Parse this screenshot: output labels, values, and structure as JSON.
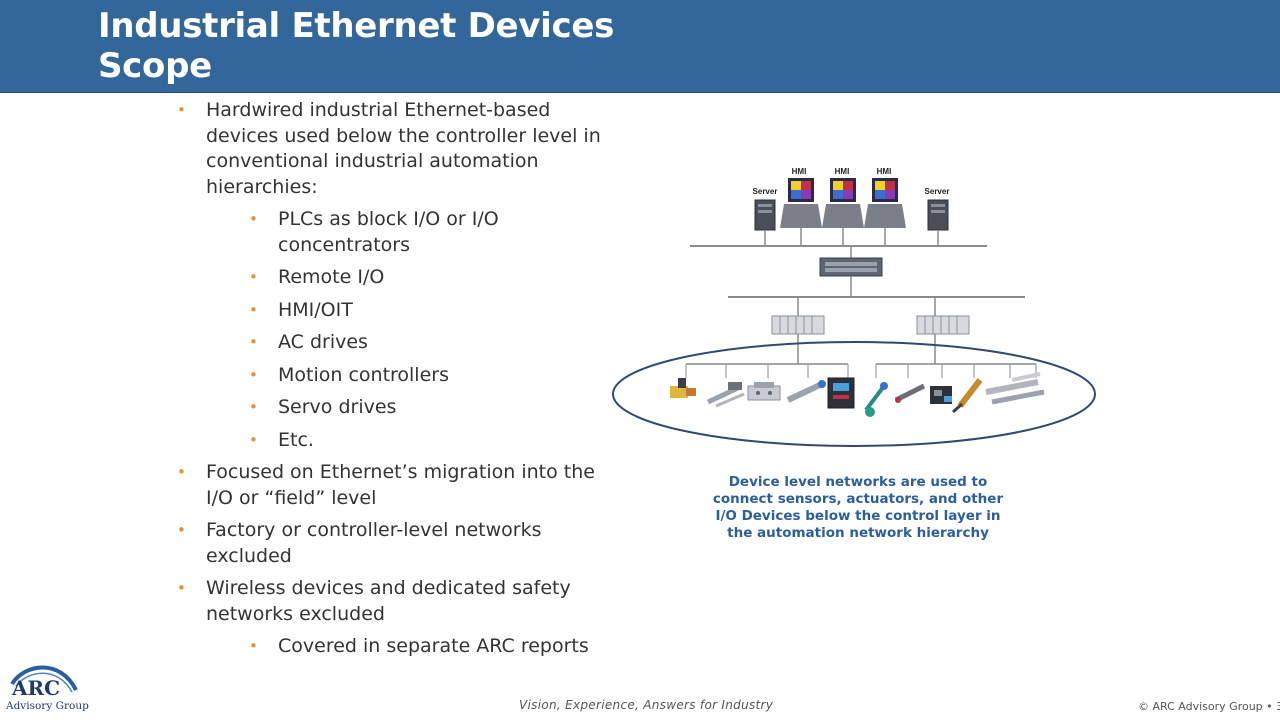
{
  "slide": {
    "title_line1": "Industrial Ethernet Devices",
    "title_line2": "Scope",
    "bullets": [
      {
        "text": "Hardwired industrial Ethernet-based devices used below the controller level in conventional industrial automation hierarchies:"
      },
      {
        "text": "PLCs as block I/O or I/O concentrators"
      },
      {
        "text": "Remote I/O"
      },
      {
        "text": "HMI/OIT"
      },
      {
        "text": "AC drives"
      },
      {
        "text": "Motion controllers"
      },
      {
        "text": "Servo drives"
      },
      {
        "text": "Etc."
      },
      {
        "text": "Focused on Ethernet’s migration into the I/O or “field” level"
      },
      {
        "text": "Factory or controller-level networks excluded"
      },
      {
        "text": "Wireless devices and dedicated safety networks excluded"
      },
      {
        "text": "Covered in separate ARC reports"
      }
    ]
  },
  "diagram": {
    "labels": {
      "server_left": "Server",
      "hmi_1": "HMI",
      "hmi_2": "HMI",
      "hmi_3": "HMI",
      "server_right": "Server"
    },
    "caption_lines": [
      "Device level networks are used to",
      "connect sensors, actuators, and other",
      "I/O Devices below the control layer in",
      "the automation network hierarchy"
    ],
    "colors": {
      "ellipse": "#2e4a73",
      "line": "#8a8a8a"
    }
  },
  "footer": {
    "logo_text": "ARC",
    "logo_subtext": "Advisory Group",
    "tagline": "Vision, Experience, Answers for Industry",
    "copyright": "© ARC Advisory Group • 3"
  },
  "theme": {
    "header_bg": "#336699",
    "bullet_color": "#e0913a",
    "caption_color": "#2b5e9e"
  }
}
